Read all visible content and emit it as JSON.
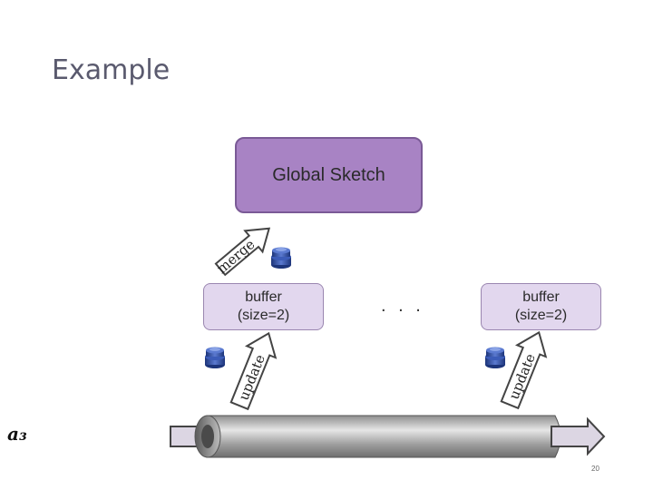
{
  "slide": {
    "title": "Example",
    "slide_number": "20"
  },
  "diagram": {
    "global_sketch": {
      "label": "Global Sketch"
    },
    "buffers": [
      {
        "line1": "buffer",
        "line2": "(size=2)"
      },
      {
        "line1": "buffer",
        "line2": "(size=2)"
      }
    ],
    "ellipsis": ". . .",
    "arrows": {
      "merge_label": "merge",
      "update_left_label": "update",
      "update_right_label": "update"
    },
    "stream_token": "a₃",
    "icons": [
      "stacked-coins-icon",
      "stacked-coins-icon",
      "stacked-coins-icon"
    ],
    "colors": {
      "global_fill": "#a883c4",
      "buffer_fill": "#e2d7ee",
      "coin_blue": "#2f4fa5",
      "pipe_gray": "#a9a9a9",
      "arrow_fill": "#dcd6e3"
    }
  }
}
